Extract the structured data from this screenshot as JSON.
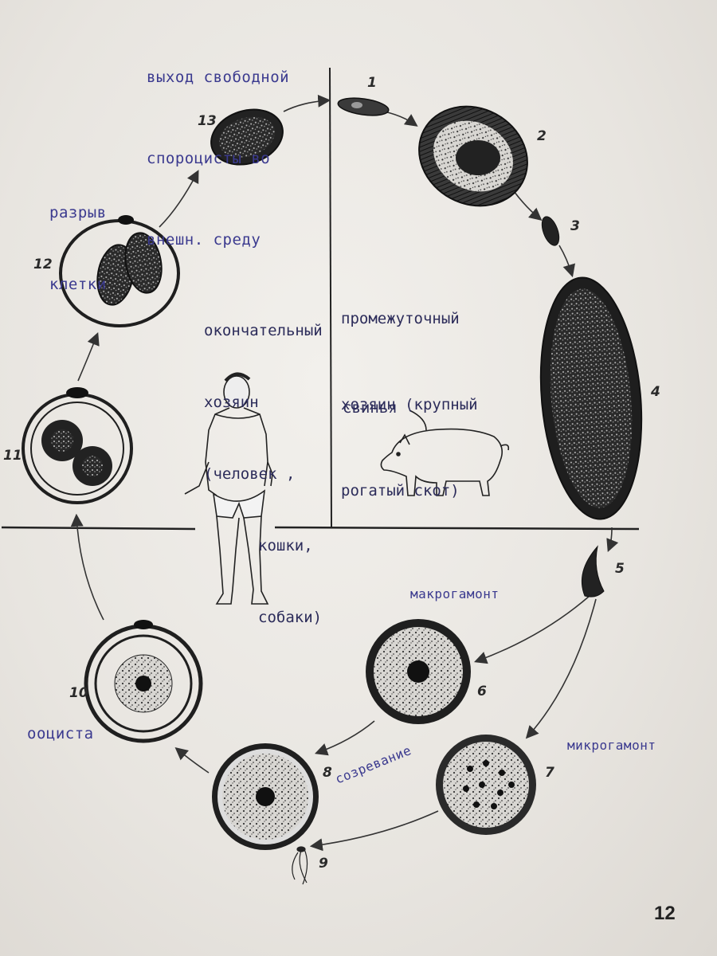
{
  "annotations": {
    "exit": [
      "выход свободной",
      "спороцисты во",
      "внешн. среду"
    ],
    "cell_rupture": [
      "разрыв",
      "клетки"
    ],
    "definitive_host": [
      "окончательный",
      "хозяин",
      "(человек ,",
      "кошки,",
      "собаки)"
    ],
    "intermediate_host": [
      "промежуточный",
      "хозяин (крупный",
      "рогатый скот)"
    ],
    "pig": "свинья",
    "macrogamont": "макрогамонт",
    "microgamont": "микрогамонт",
    "oocyst": "ооциста",
    "maturation": "созревание"
  },
  "stage_numbers": [
    "1",
    "2",
    "3",
    "4",
    "5",
    "6",
    "7",
    "8",
    "9",
    "10",
    "11",
    "12",
    "13"
  ],
  "page_number": "12",
  "colors": {
    "ink": "#1f1f1f",
    "handwriting": "#3b3a8f",
    "paper": "#eeebe6"
  }
}
